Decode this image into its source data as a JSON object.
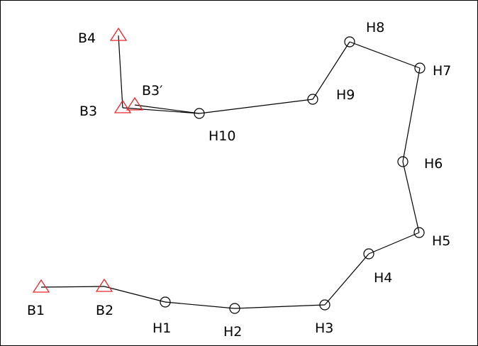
{
  "colors": {
    "background": "#ffffff",
    "line": "#000000",
    "benchmark": "#e8262a",
    "station": "#000000"
  },
  "diagram": {
    "benchmarks": [
      {
        "id": "B1",
        "label": "B1",
        "symbol": "triangle-icon"
      },
      {
        "id": "B2",
        "label": "B2",
        "symbol": "triangle-icon"
      },
      {
        "id": "B3",
        "label": "B3",
        "symbol": "triangle-icon"
      },
      {
        "id": "B3p",
        "label": "B3′",
        "symbol": "triangle-icon"
      },
      {
        "id": "B4",
        "label": "B4",
        "symbol": "triangle-icon"
      }
    ],
    "stations": [
      {
        "id": "H1",
        "label": "H1",
        "symbol": "circle-icon"
      },
      {
        "id": "H2",
        "label": "H2",
        "symbol": "circle-icon"
      },
      {
        "id": "H3",
        "label": "H3",
        "symbol": "circle-icon"
      },
      {
        "id": "H4",
        "label": "H4",
        "symbol": "circle-icon"
      },
      {
        "id": "H5",
        "label": "H5",
        "symbol": "circle-icon"
      },
      {
        "id": "H6",
        "label": "H6",
        "symbol": "circle-icon"
      },
      {
        "id": "H7",
        "label": "H7",
        "symbol": "circle-icon"
      },
      {
        "id": "H8",
        "label": "H8",
        "symbol": "circle-icon"
      },
      {
        "id": "H9",
        "label": "H9",
        "symbol": "circle-icon"
      },
      {
        "id": "H10",
        "label": "H10",
        "symbol": "circle-icon"
      }
    ],
    "traverse": [
      "B1",
      "B2",
      "H1",
      "H2",
      "H3",
      "H4",
      "H5",
      "H6",
      "H7",
      "H8",
      "H9",
      "H10",
      "B3",
      "B4"
    ],
    "extra_links": [
      [
        "H10",
        "B3p"
      ]
    ]
  }
}
